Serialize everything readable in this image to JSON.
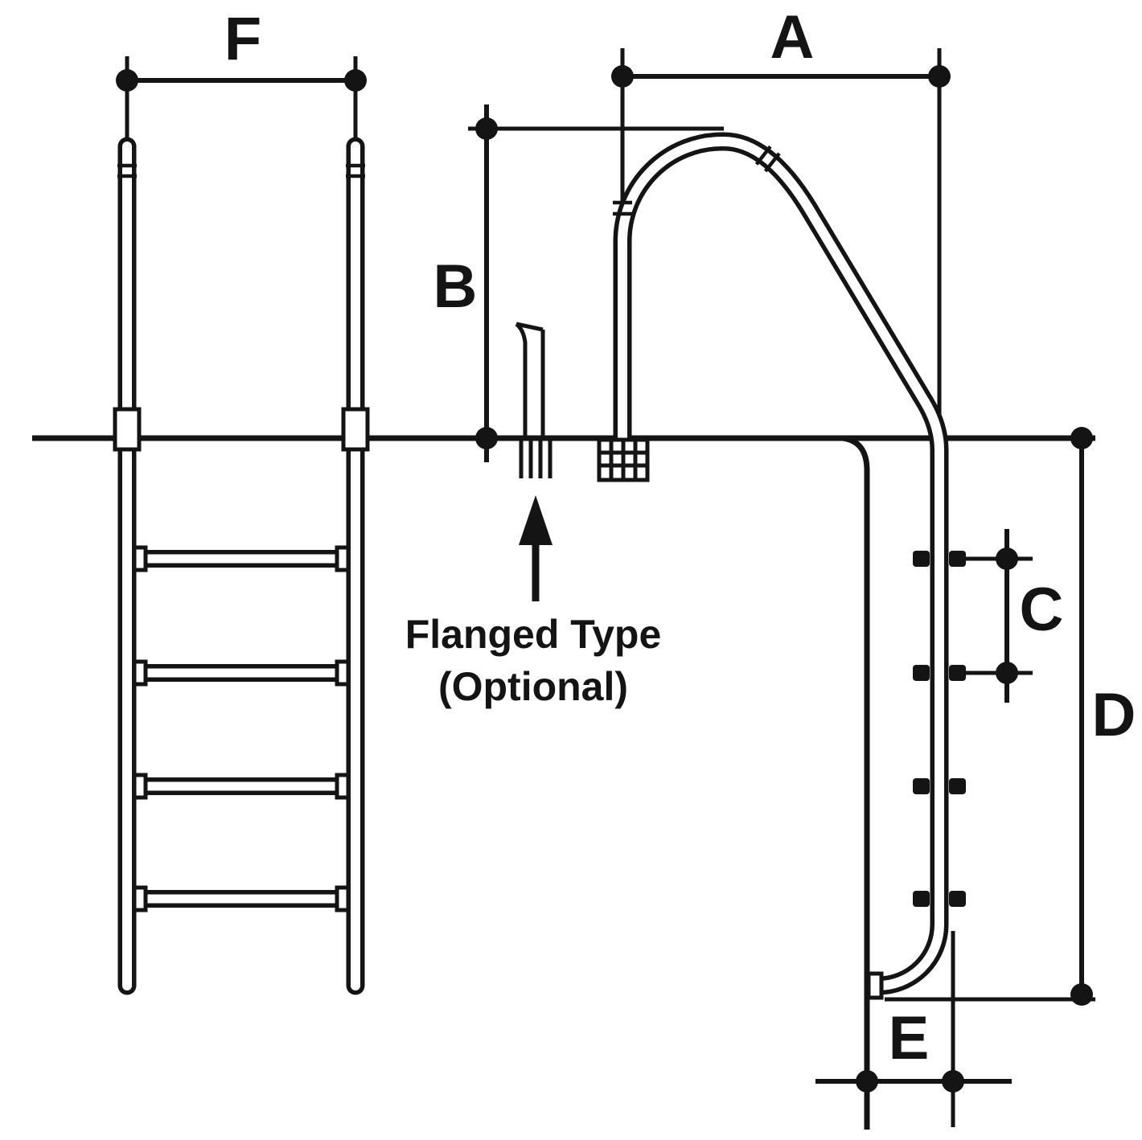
{
  "diagram": {
    "type": "technical-drawing",
    "subject": "Swimming pool ladder dimensional diagram, front view and side view",
    "views": {
      "front_view": {
        "rung_count": 4
      },
      "side_view": {
        "rung_count": 4
      }
    },
    "dimension_labels": {
      "f": "F",
      "a": "A",
      "b": "B",
      "c": "C",
      "d": "D",
      "e": "E"
    },
    "annotation": {
      "line1": "Flanged Type",
      "line2": "(Optional)"
    },
    "colors": {
      "line": "#141414",
      "background": "#ffffff"
    }
  }
}
